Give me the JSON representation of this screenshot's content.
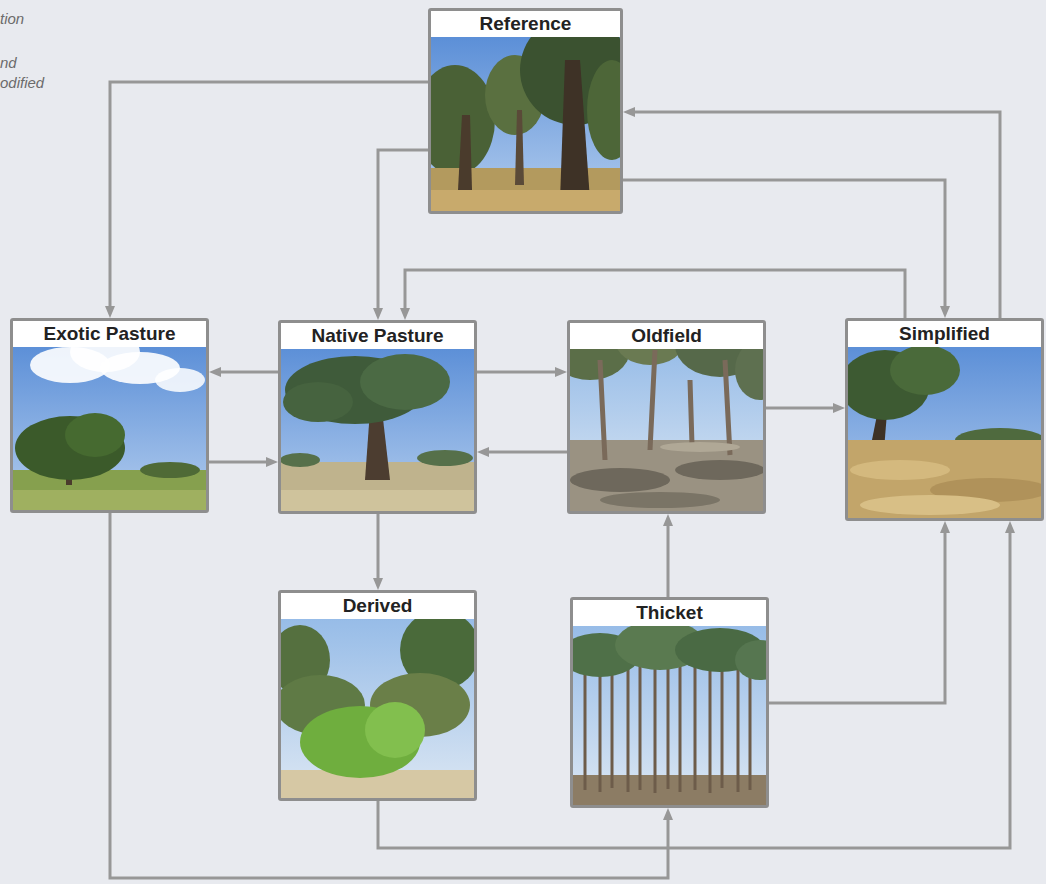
{
  "diagram": {
    "nodes": [
      {
        "text": [
          "Reference"
        ]
      },
      {
        "text": [
          "Exotic Pasture"
        ]
      },
      {
        "text": [
          "Native Pasture"
        ]
      },
      {
        "text": [
          "Oldfield"
        ]
      },
      {
        "text": [
          "Simplified"
        ]
      },
      {
        "text": [
          "Derived"
        ]
      },
      {
        "text": [
          "Thicket"
        ]
      }
    ],
    "edges": [
      {
        "from": 0,
        "to": 1,
        "arrow": "to"
      },
      {
        "from": 0,
        "to": 2,
        "arrow": "to"
      },
      {
        "from": 0,
        "to": 4,
        "arrow": "to"
      },
      {
        "from": 4,
        "to": 0,
        "arrow": "to"
      },
      {
        "from": 4,
        "to": 2,
        "arrow": "to"
      },
      {
        "from": 2,
        "to": 1,
        "arrow": "to"
      },
      {
        "from": 1,
        "to": 2,
        "arrow": "to"
      },
      {
        "from": 2,
        "to": 3,
        "arrow": "to"
      },
      {
        "from": 3,
        "to": 2,
        "arrow": "to"
      },
      {
        "from": 3,
        "to": 4,
        "arrow": "to"
      },
      {
        "from": 2,
        "to": 5,
        "arrow": "to"
      },
      {
        "from": 6,
        "to": 3,
        "arrow": "to"
      },
      {
        "from": 6,
        "to": 4,
        "arrow": "to"
      },
      {
        "from": 5,
        "to": 4,
        "arrow": "to"
      },
      {
        "from": 1,
        "to": 6,
        "arrow": "to"
      }
    ],
    "labels": [
      "tion",
      "nd",
      "odified"
    ]
  }
}
